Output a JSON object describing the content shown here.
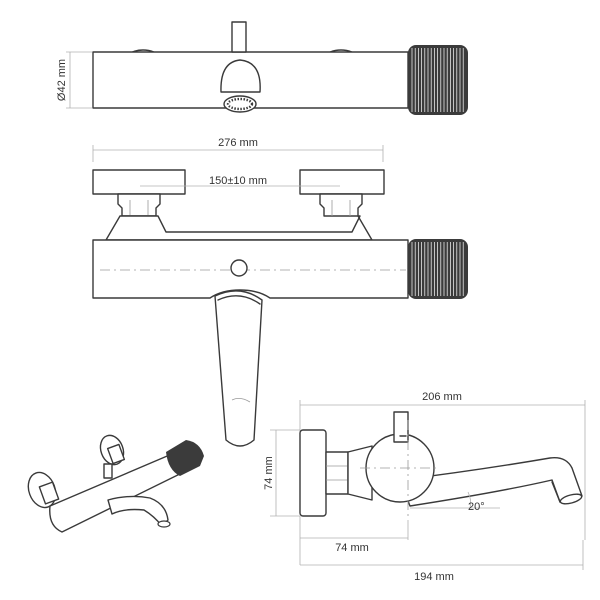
{
  "dimensions": {
    "diameter": "Ø42 mm",
    "overall_width": "276 mm",
    "center_distance": "150±10 mm",
    "spout_length_total": "206 mm",
    "height": "74 mm",
    "depth": "74 mm",
    "spout_projection": "194 mm",
    "angle": "20°"
  },
  "colors": {
    "line": "#3a3a3a",
    "knurl": "#3b3b3b",
    "dimension": "#b0b0b0",
    "text": "#333333"
  }
}
